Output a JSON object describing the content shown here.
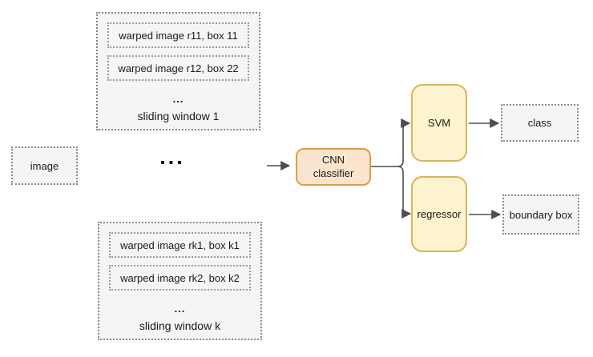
{
  "diagram": {
    "image_box": {
      "label": "image"
    },
    "sliding_window_1": {
      "items": [
        "warped image r11, box 11",
        "warped image r12, box 22"
      ],
      "ellipsis": "...",
      "label": "sliding window 1"
    },
    "middle_ellipsis": "...",
    "sliding_window_k": {
      "items": [
        "warped image rk1, box k1",
        "warped image rk2, box k2"
      ],
      "ellipsis": "...",
      "label": "sliding window k"
    },
    "cnn": {
      "line1": "CNN",
      "line2": "classifier"
    },
    "svm": {
      "label": "SVM"
    },
    "regressor": {
      "label": "regressor"
    },
    "class_box": {
      "label": "class"
    },
    "boundary_box": {
      "label": "boundary box"
    },
    "colors": {
      "cnn_fill": "#FBE5CE",
      "cnn_stroke": "#DE9F3F",
      "stage_fill": "#FDF3CF",
      "stage_stroke": "#D6B656",
      "dotted_fill": "#F5F5F5",
      "dotted_stroke": "#8A8A8A",
      "arrow": "#4D4D4D"
    }
  }
}
